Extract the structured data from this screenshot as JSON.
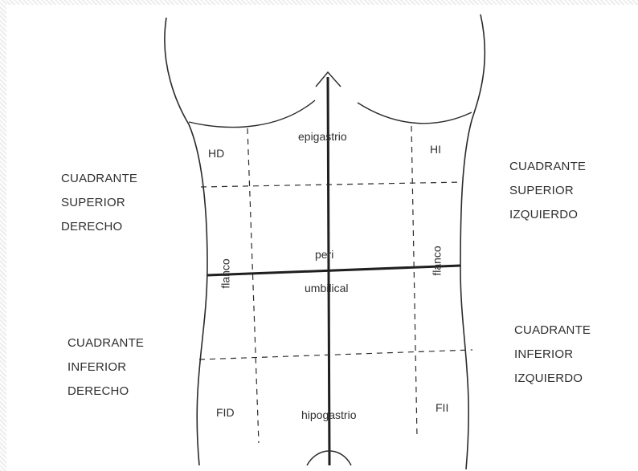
{
  "quadrants": {
    "upper_right_side": [
      "CUADRANTE",
      "SUPERIOR",
      "DERECHO"
    ],
    "upper_left_side": [
      "CUADRANTE",
      "SUPERIOR",
      "IZQUIERDO"
    ],
    "lower_right_side": [
      "CUADRANTE",
      "INFERIOR",
      "DERECHO"
    ],
    "lower_left_side": [
      "CUADRANTE",
      "INFERIOR",
      "IZQUIERDO"
    ]
  },
  "regions": {
    "hd": "HD",
    "hi": "HI",
    "epigastrio": "epigastrio",
    "flanco_left": "flanco",
    "flanco_right": "flanco",
    "peri": "peri",
    "umbilical": "umbilical",
    "fid": "FID",
    "fii": "FII",
    "hipogastrio": "hipogastrio"
  },
  "colors": {
    "line": "#2b2b2b",
    "text": "#2f2f2f"
  }
}
